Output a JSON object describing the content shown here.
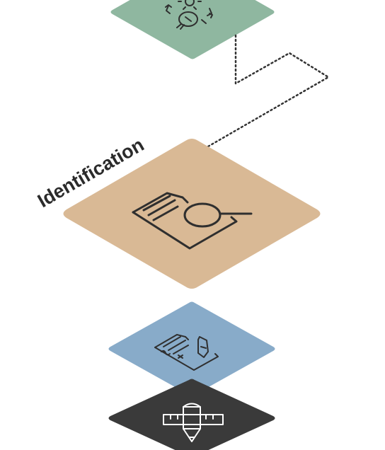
{
  "diagram": {
    "layers": [
      {
        "id": "ideation",
        "icon": "lightbulb-gear-icon",
        "color": "#8fb7a0"
      },
      {
        "id": "identification",
        "label": "Identification",
        "icon": "document-magnifier-icon",
        "color": "#d9b995",
        "active": true
      },
      {
        "id": "planning",
        "icon": "signed-document-pencil-icon",
        "color": "#88abc9"
      },
      {
        "id": "design",
        "icon": "pencil-ruler-icon",
        "color": "#3a3a3a"
      }
    ],
    "connector": {
      "style": "dotted-arrow",
      "from": "ideation",
      "to": "identification",
      "color": "#333333"
    }
  }
}
